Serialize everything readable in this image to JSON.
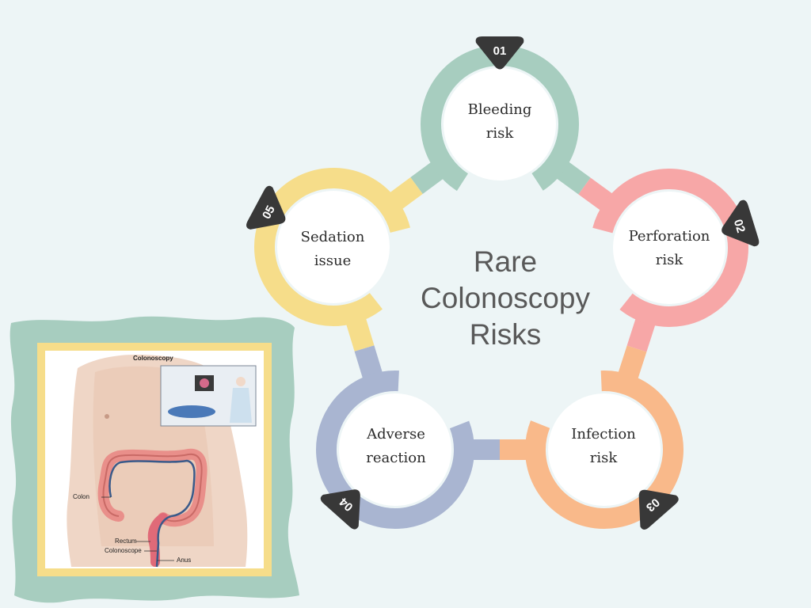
{
  "center": {
    "line1": "Rare",
    "line2": "Colonoscopy",
    "line3": "Risks"
  },
  "nodes": [
    {
      "num": "01",
      "line1": "Bleeding",
      "line2": "risk",
      "color": "#a7cdbf"
    },
    {
      "num": "02",
      "line1": "Perforation",
      "line2": "risk",
      "color": "#f7a7a7"
    },
    {
      "num": "03",
      "line1": "Infection",
      "line2": "risk",
      "color": "#f9b98a"
    },
    {
      "num": "04",
      "line1": "Adverse",
      "line2": "reaction",
      "color": "#a9b5d1"
    },
    {
      "num": "05",
      "line1": "Sedation",
      "line2": "issue",
      "color": "#f6dd8a"
    }
  ],
  "illustration": {
    "title": "Colonoscopy",
    "labels": {
      "colon": "Colon",
      "rectum": "Rectum",
      "colonoscope": "Colonoscope",
      "anus": "Anus"
    },
    "frame_color": "#f6dd8a",
    "backdrop_color": "#a7cdbf"
  }
}
